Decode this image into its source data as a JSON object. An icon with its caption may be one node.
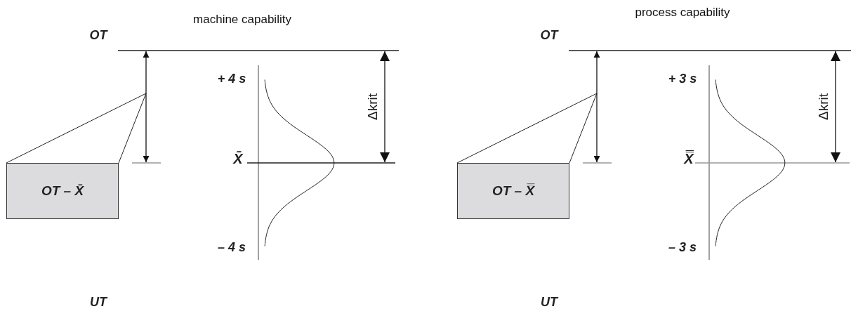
{
  "diagram": {
    "nodes": [
      {
        "text": [
          "OT – X̄"
        ]
      },
      {
        "text": [
          "OT – X̿"
        ]
      }
    ],
    "edges": [
      {
        "from": 0,
        "to": null,
        "arrow": "none"
      },
      {
        "from": 1,
        "to": null,
        "arrow": "none"
      }
    ],
    "labels": [
      "machine capability",
      "OT",
      "+ 4 s",
      "Δkrit",
      "X̄",
      "– 4 s",
      "UT",
      "process capability",
      "OT",
      "+ 3 s",
      "Δkrit",
      "X̿",
      "– 3 s",
      "UT"
    ]
  }
}
